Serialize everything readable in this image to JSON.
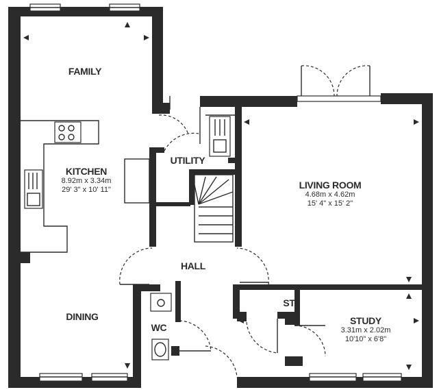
{
  "rooms": {
    "family": {
      "name": "FAMILY"
    },
    "kitchen": {
      "name": "KITCHEN",
      "metric": "8.92m x 3.34m",
      "imperial": "29' 3\" x 10' 11\""
    },
    "utility": {
      "name": "UTILITY"
    },
    "living": {
      "name": "LIVING ROOM",
      "metric": "4.68m x 4.62m",
      "imperial": "15' 4\" x 15' 2\""
    },
    "hall": {
      "name": "HALL"
    },
    "dining": {
      "name": "DINING"
    },
    "wc": {
      "name": "WC"
    },
    "store": {
      "name": "ST"
    },
    "study": {
      "name": "STUDY",
      "metric": "3.31m x 2.02m",
      "imperial": "10'10\" x 6'8\""
    }
  },
  "colors": {
    "wall": "#2b2b2b",
    "background": "#ffffff"
  }
}
